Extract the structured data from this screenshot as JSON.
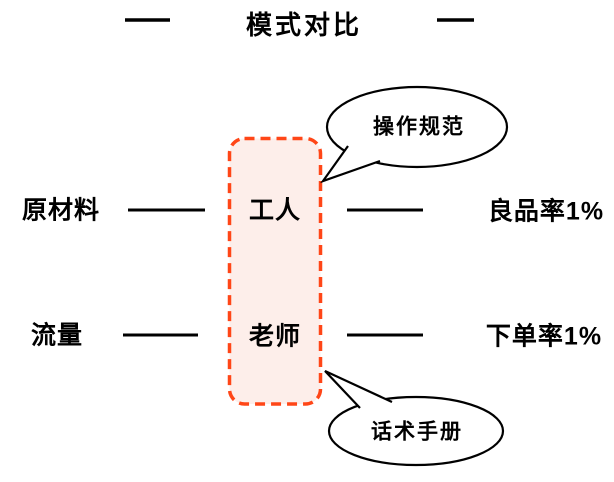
{
  "title": "模式对比",
  "comparison": {
    "rows": [
      {
        "input": "原材料",
        "role": "工人",
        "outcome": "良品率1%"
      },
      {
        "input": "流量",
        "role": "老师",
        "outcome": "下单率1%"
      }
    ]
  },
  "callouts": {
    "top": "操作规范",
    "bottom": "话术手册"
  },
  "colors": {
    "box_border": "#ff4617",
    "box_fill": "#fdeeea",
    "line": "#000000",
    "bubble_fill": "#ffffff",
    "bubble_outline": "#000000"
  }
}
